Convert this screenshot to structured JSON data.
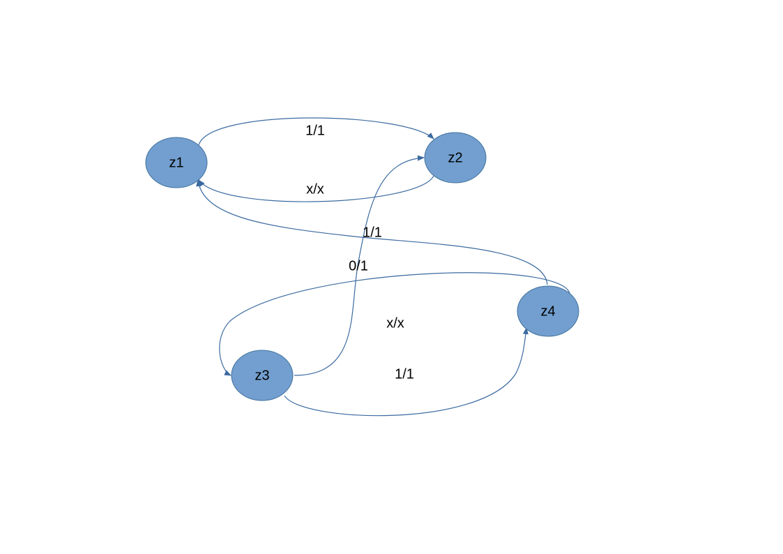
{
  "colors": {
    "node_fill": "#729fcf",
    "edge_stroke": "#3b6aa0"
  },
  "nodes": [
    {
      "id": "z1",
      "label": "z1"
    },
    {
      "id": "z2",
      "label": "z2"
    },
    {
      "id": "z3",
      "label": "z3"
    },
    {
      "id": "z4",
      "label": "z4"
    }
  ],
  "edges": [
    {
      "from": "z1",
      "to": "z2",
      "label": "1/1"
    },
    {
      "from": "z2",
      "to": "z1",
      "label": "x/x"
    },
    {
      "from": "z4",
      "to": "z1",
      "label": "1/1"
    },
    {
      "from": "z4",
      "to": "z3",
      "label": "0/1"
    },
    {
      "from": "z3",
      "to": "z2",
      "label": "x/x"
    },
    {
      "from": "z3",
      "to": "z4",
      "label": "1/1"
    }
  ]
}
